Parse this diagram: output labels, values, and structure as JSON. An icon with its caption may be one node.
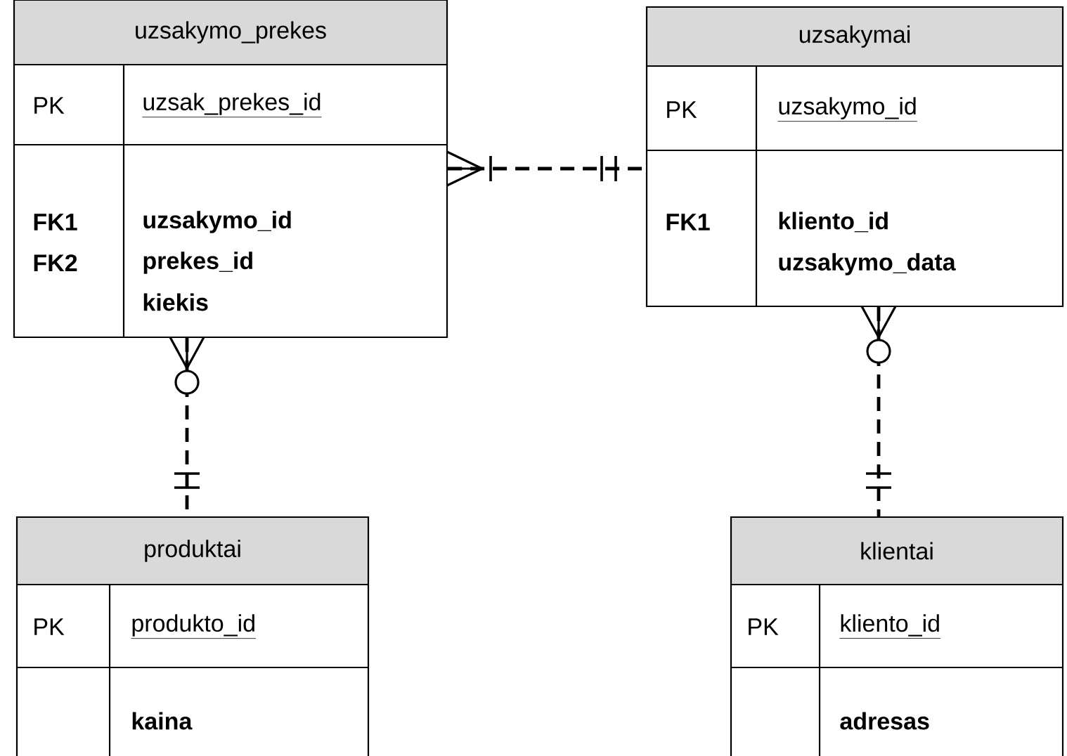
{
  "diagram": {
    "nodes": [
      {
        "text": [
          "uzsakymo_prekes",
          "PK",
          "uzsak_prekes_id",
          "FK1",
          "FK2",
          "uzsakymo_id",
          "prekes_id",
          "kiekis"
        ]
      },
      {
        "text": [
          "uzsakymai",
          "PK",
          "uzsakymo_id",
          "FK1",
          "kliento_id",
          "uzsakymo_data"
        ]
      },
      {
        "text": [
          "produktai",
          "PK",
          "produkto_id",
          "kaina"
        ]
      },
      {
        "text": [
          "klientai",
          "PK",
          "kliento_id",
          "adresas"
        ]
      }
    ],
    "edges": [
      {
        "from": 0,
        "to": 1,
        "arrow": "other",
        "style": "dashed"
      },
      {
        "from": 0,
        "to": 2,
        "arrow": "other",
        "style": "dashed"
      },
      {
        "from": 1,
        "to": 3,
        "arrow": "other",
        "style": "dashed"
      }
    ]
  }
}
